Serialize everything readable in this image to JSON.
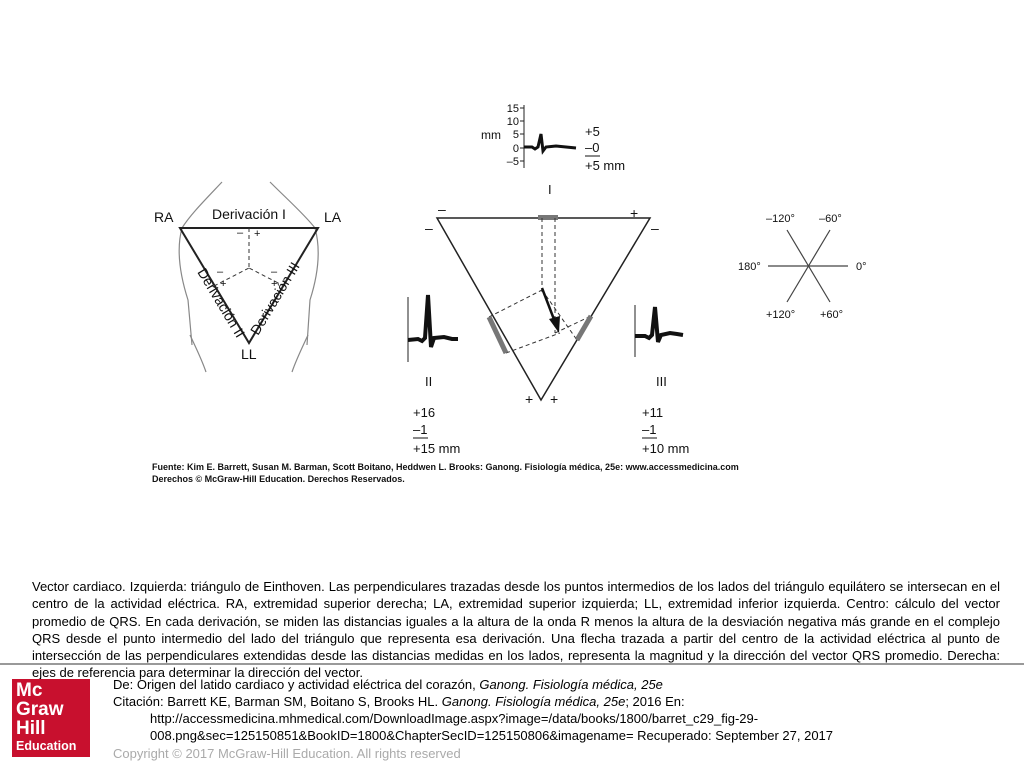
{
  "figure": {
    "left_panel": {
      "ra": "RA",
      "la": "LA",
      "ll": "LL",
      "lead1_label": "Derivación I",
      "lead2_label": "Derivación II",
      "lead3_label": "Derivación III",
      "sign_minus": "–",
      "sign_plus": "+"
    },
    "center_panel": {
      "axis_unit": "mm",
      "axis_ticks": [
        "15",
        "10",
        "5",
        "0",
        "–5"
      ],
      "lead1_name": "I",
      "lead1_values": [
        "+5",
        "–0",
        "+5 mm"
      ],
      "lead2_name": "II",
      "lead2_values": [
        "+16",
        "–1",
        "+15 mm"
      ],
      "lead3_name": "III",
      "lead3_values": [
        "+11",
        "–1",
        "+10 mm"
      ],
      "sign_minus": "–",
      "sign_plus": "+"
    },
    "right_panel": {
      "angles": {
        "top_left": "–120°",
        "top_right": "–60°",
        "left": "180°",
        "right": "0°",
        "bottom_left": "+120°",
        "bottom_right": "+60°"
      }
    },
    "source_line1": "Fuente: Kim E. Barrett, Susan M. Barman, Scott Boitano, Heddwen L. Brooks: Ganong. Fisiología médica, 25e: www.accessmedicina.com",
    "source_line2": "Derechos © McGraw-Hill Education. Derechos Reservados."
  },
  "caption": "Vector cardiaco. Izquierda: triángulo de Einthoven. Las perpendiculares trazadas desde los puntos intermedios de los lados del triángulo equilátero se intersecan en el centro de la actividad eléctrica. RA, extremidad superior derecha; LA, extremidad superior izquierda; LL, extremidad inferior izquierda. Centro: cálculo del vector promedio de QRS. En cada derivación, se miden las distancias iguales a la altura de la onda R menos la altura de la desviación negativa más grande en el complejo QRS desde el punto intermedio del lado del triángulo que representa esa derivación. Una flecha trazada a partir del centro de la actividad eléctrica al punto de intersección de las perpendiculares extendidas desde las distancias medidas en los lados, representa la magnitud y la dirección del vector QRS promedio. Derecha: ejes de referencia para determinar la dirección del vector.",
  "logo": {
    "line1": "Mc",
    "line2": "Graw",
    "line3": "Hill",
    "line4": "Education",
    "color": "#c8102e"
  },
  "citation": {
    "from_prefix": "De: ",
    "from_text": "Origen del latido cardiaco y actividad eléctrica del corazón, ",
    "from_book": "Ganong. Fisiología médica, 25e",
    "cite_prefix": "Citación: Barrett KE, Barman SM, Boitano S, Brooks HL. ",
    "cite_book": "Ganong. Fisiología médica, 25e",
    "cite_suffix": "; 2016 En:",
    "url_line1": "http://accessmedicina.mhmedical.com/DownloadImage.aspx?image=/data/books/1800/barret_c29_fig-29-",
    "url_line2": "008.png&sec=125150851&BookID=1800&ChapterSecID=125150806&imagename= Recuperado: September 27, 2017"
  },
  "copyright": "Copyright © 2017 McGraw-Hill Education. All rights reserved"
}
